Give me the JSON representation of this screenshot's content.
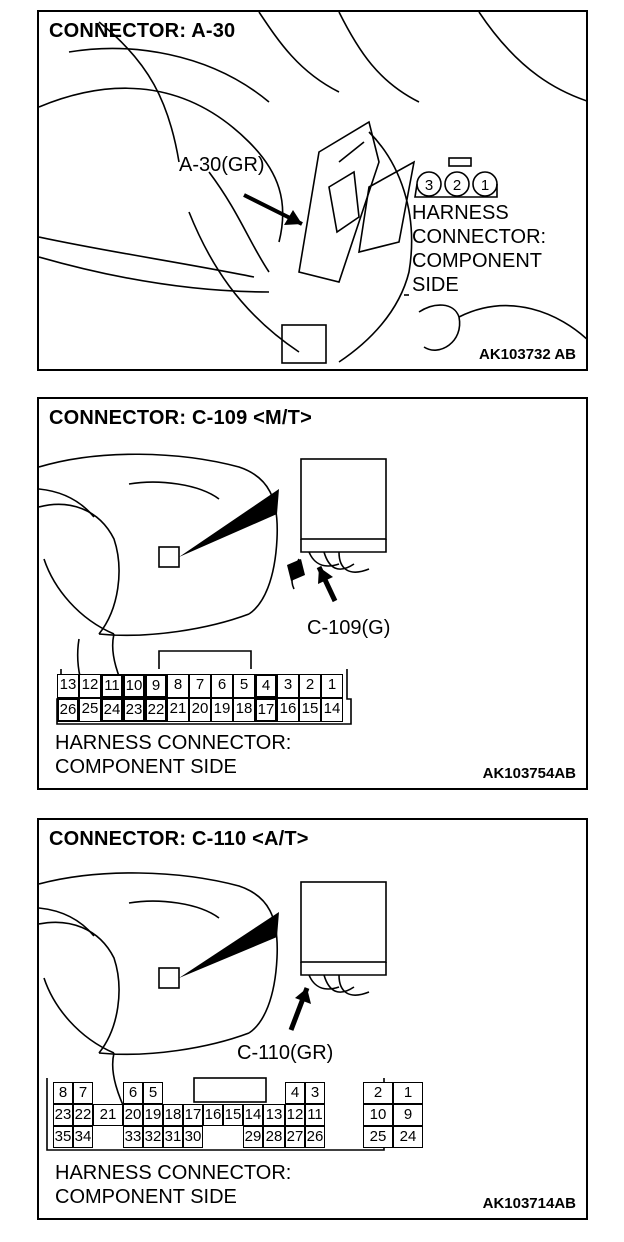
{
  "panels": [
    {
      "title": "CONNECTOR: A-30",
      "callout": "A-30(GR)",
      "side_label": [
        "HARNESS",
        "CONNECTOR:",
        "COMPONENT",
        "SIDE"
      ],
      "pins": [
        "3",
        "2",
        "1"
      ],
      "code": "AK103732 AB"
    },
    {
      "title": "CONNECTOR: C-109 <M/T>",
      "callout": "C-109(G)",
      "pins_top": [
        "13",
        "12",
        "11",
        "10",
        "9",
        "8",
        "7",
        "6",
        "5",
        "4",
        "3",
        "2",
        "1"
      ],
      "pins_bottom": [
        "26",
        "25",
        "24",
        "23",
        "22",
        "21",
        "20",
        "19",
        "18",
        "17",
        "16",
        "15",
        "14"
      ],
      "side_label": [
        "HARNESS CONNECTOR:",
        "COMPONENT SIDE"
      ],
      "code": "AK103754AB"
    },
    {
      "title": "CONNECTOR: C-110 <A/T>",
      "callout": "C-110(GR)",
      "pins_row1": [
        "8",
        "7",
        "6",
        "5",
        "4",
        "3",
        "2",
        "1"
      ],
      "pins_row2": [
        "23",
        "22",
        "21",
        "20",
        "19",
        "18",
        "17",
        "16",
        "15",
        "14",
        "13",
        "12",
        "11",
        "10",
        "9"
      ],
      "pins_row3": [
        "35",
        "34",
        "33",
        "32",
        "31",
        "30",
        "29",
        "28",
        "27",
        "26",
        "25",
        "24"
      ],
      "side_label": [
        "HARNESS CONNECTOR:",
        "COMPONENT SIDE"
      ],
      "code": "AK103714AB"
    }
  ]
}
